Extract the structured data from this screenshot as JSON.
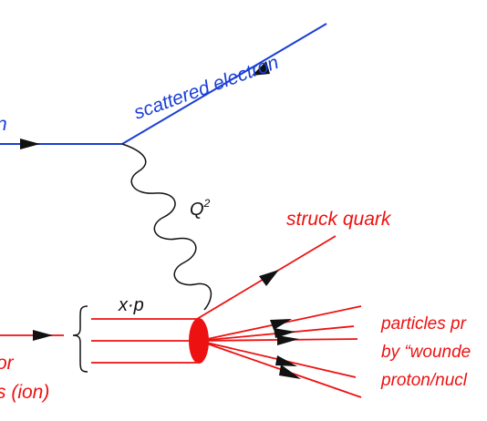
{
  "labels": {
    "incoming_electron_fragment": "n",
    "scattered_electron": "scattered electron",
    "q2_symbol": "Q",
    "q2_exponent": "2",
    "struck_quark": "struck quark",
    "x_times_p": "x·p",
    "target_line1_fragment": "or",
    "target_line2_fragment": "s (ion)",
    "particles_line1_fragment": "particles pr",
    "particles_line2_fragment": "by “wounde",
    "particles_line3_fragment": "proton/nucl"
  },
  "colors": {
    "electron": "#1a3fd6",
    "hadronic": "#ee1111",
    "photon": "#111111",
    "brace": "#111111"
  },
  "icons": {
    "interaction_blob": "red-ellipse",
    "arrows": "filled-triangle-arrowhead",
    "photon": "wavy-line"
  }
}
